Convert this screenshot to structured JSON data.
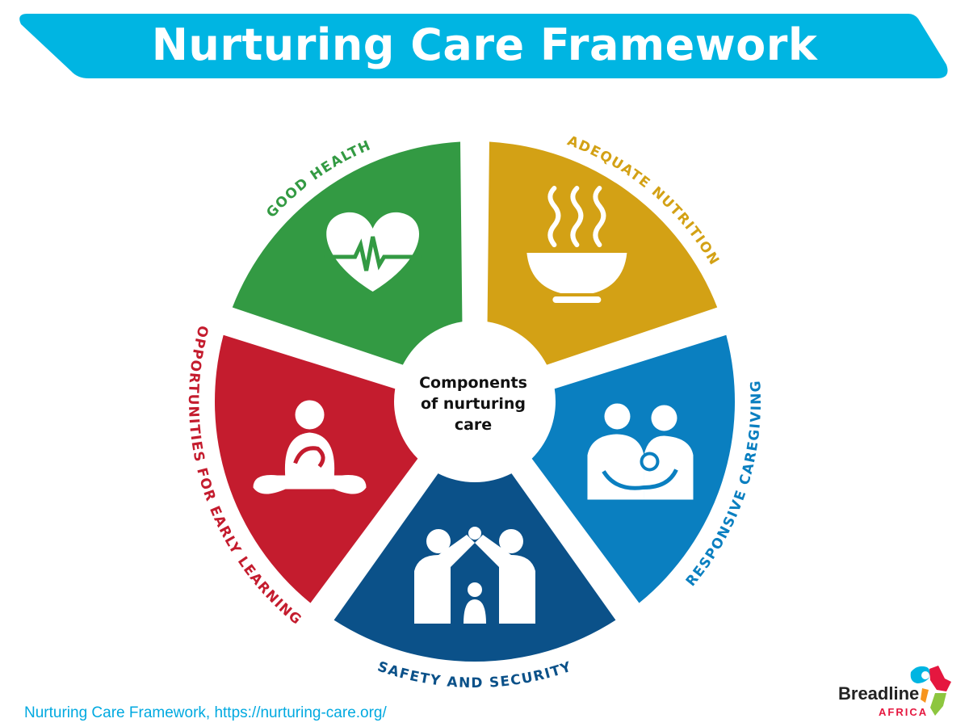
{
  "header": {
    "title": "Nurturing Care Framework",
    "color": "#00b5e2"
  },
  "diagram": {
    "center_lines": [
      "Components",
      "of nurturing",
      "care"
    ],
    "segments": [
      {
        "label": "GOOD HEALTH",
        "color": "#339a43",
        "icon": "heart-pulse-icon"
      },
      {
        "label": "ADEQUATE NUTRITION",
        "color": "#d3a115",
        "icon": "bowl-steam-icon"
      },
      {
        "label": "RESPONSIVE CAREGIVING",
        "color": "#0a7fc0",
        "icon": "parents-baby-icon"
      },
      {
        "label": "SAFETY AND SECURITY",
        "color": "#0b5189",
        "icon": "family-shelter-icon"
      },
      {
        "label": "OPPORTUNITIES FOR EARLY LEARNING",
        "color": "#c41c2e",
        "icon": "child-playing-icon"
      }
    ]
  },
  "footer": {
    "source": "Nurturing Care Framework, https://nurturing-care.org/"
  },
  "logo": {
    "name": "Breadline",
    "sub": "AFRICA"
  }
}
